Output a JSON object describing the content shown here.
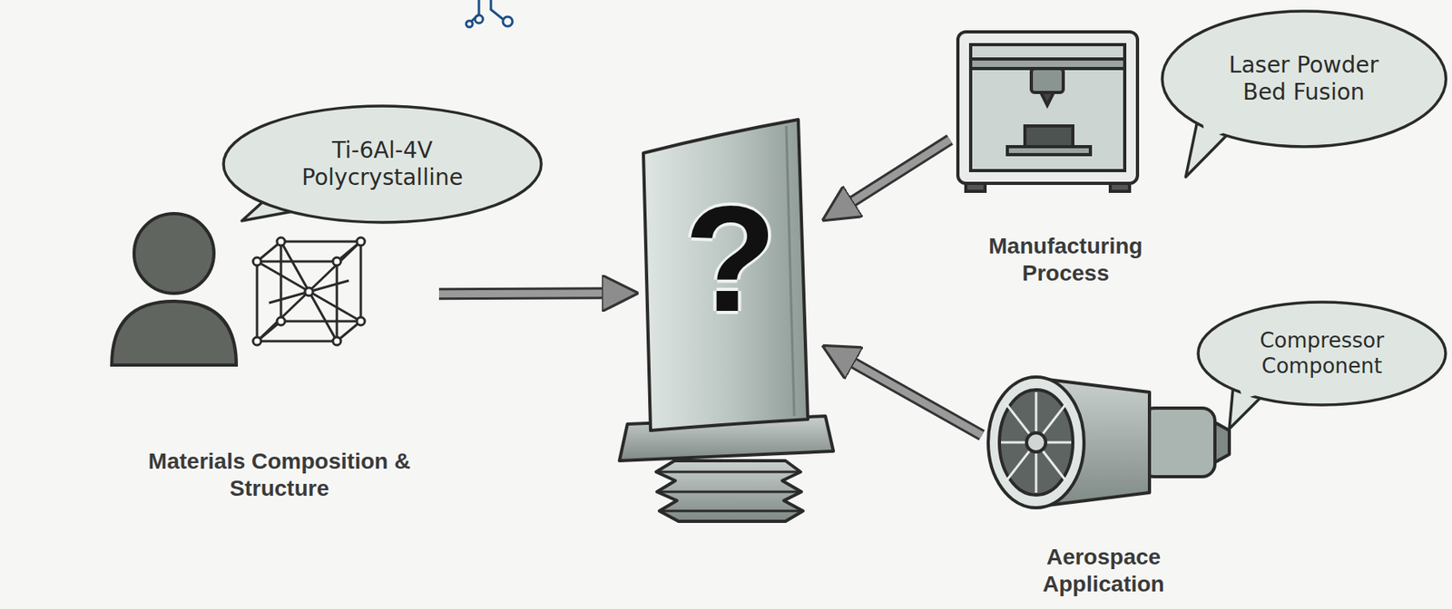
{
  "diagram": {
    "nodes": [
      {
        "text": [
          "Materials Composition & Structure"
        ]
      },
      {
        "text": [
          "Ti-6Al-4V Polycrystalline"
        ]
      },
      {
        "text": [
          "?"
        ]
      },
      {
        "text": [
          "Manufacturing Process"
        ]
      },
      {
        "text": [
          "Laser Powder Bed Fusion"
        ]
      },
      {
        "text": [
          "Aerospace Application"
        ]
      },
      {
        "text": [
          "Compressor Component"
        ]
      }
    ],
    "edges": [
      {
        "from": 0,
        "to": 2,
        "arrow": "to"
      },
      {
        "from": 3,
        "to": 2,
        "arrow": "to"
      },
      {
        "from": 5,
        "to": 2,
        "arrow": "to"
      }
    ]
  }
}
